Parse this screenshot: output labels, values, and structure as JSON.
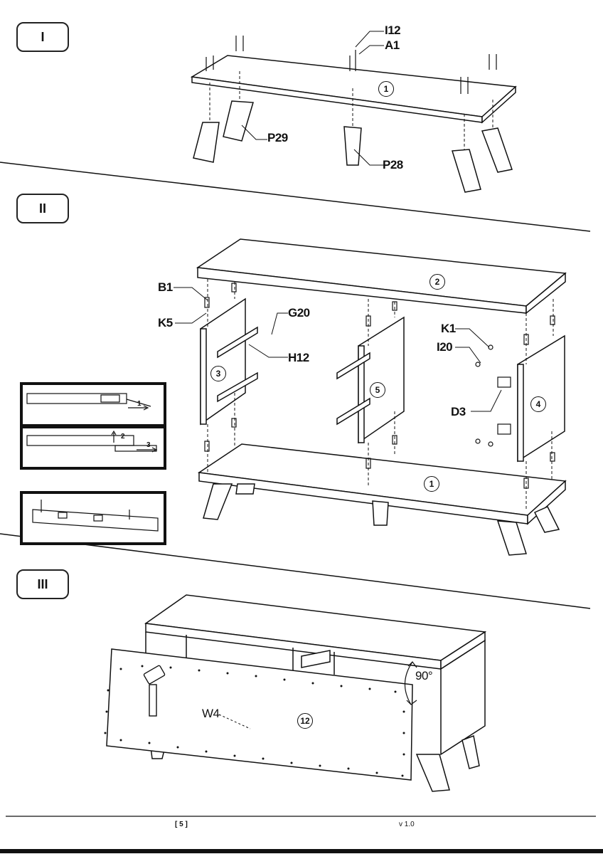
{
  "steps": {
    "s1": "I",
    "s2": "II",
    "s3": "III"
  },
  "labels": {
    "I12": "I12",
    "A1": "A1",
    "P29": "P29",
    "P28": "P28",
    "B1": "B1",
    "K5": "K5",
    "G20": "G20",
    "H12": "H12",
    "K1": "K1",
    "I20": "I20",
    "D3": "D3",
    "W4": "W4",
    "angle": "90°"
  },
  "parts": {
    "p1a": "1",
    "p2": "2",
    "p3": "3",
    "p5": "5",
    "p4": "4",
    "p1b": "1",
    "p12": "12"
  },
  "inset_steps": {
    "n1": "1",
    "n2": "2",
    "n3": "3"
  },
  "footer": {
    "page": "[ 5 ]",
    "version": "v 1.0"
  }
}
